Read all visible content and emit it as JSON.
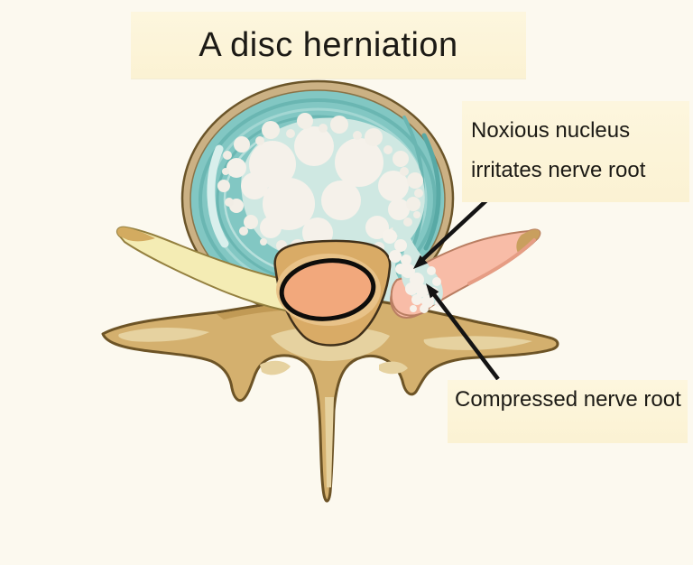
{
  "page": {
    "background_color": "#fcf9ef",
    "label_box_color": "#fcf4da"
  },
  "title": {
    "text": "A disc herniation"
  },
  "labels": {
    "noxious": {
      "line1": "Noxious nucleus",
      "line2": "irritates nerve root"
    },
    "compressed": {
      "text": "Compressed nerve root"
    }
  },
  "diagram": {
    "colors": {
      "disc_ring_tan": "#cbb184",
      "disc_annulus_teal": "#82c7c3",
      "nucleus_mint": "#cfe8e2",
      "nucleus_bubble_white": "#f6f2eb",
      "vertebra_bone_tan": "#d4b06e",
      "bone_outline_brown": "#6d5426",
      "spinal_cord_orange": "#f2a87c",
      "spinal_cord_outline": "#0e0d0b",
      "nerve_root_left_yellow": "#f4ecb4",
      "nerve_root_right_pink": "#f8bca7",
      "arrow_color": "#141414"
    }
  }
}
